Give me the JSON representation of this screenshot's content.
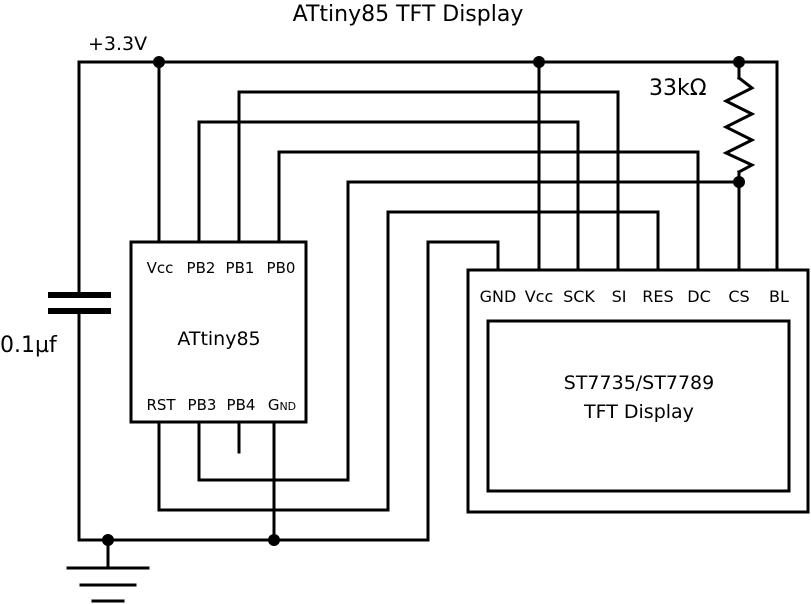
{
  "title": "ATtiny85 TFT Display",
  "supply": {
    "label": "+3.3V"
  },
  "capacitor": {
    "label": "0.1µf"
  },
  "resistor": {
    "label": "33kΩ"
  },
  "attiny": {
    "name": "ATtiny85",
    "top_pins": [
      "Vcc",
      "PB2",
      "PB1",
      "PB0"
    ],
    "bottom_pins": [
      "RST",
      "PB3",
      "PB4"
    ],
    "gnd_pin": {
      "main": "G",
      "small": "ND"
    }
  },
  "display": {
    "name_line1": "ST7735/ST7789",
    "name_line2": "TFT Display",
    "pins": [
      "GND",
      "Vcc",
      "SCK",
      "SI",
      "RES",
      "DC",
      "CS",
      "BL"
    ]
  },
  "colors": {
    "ink": "#000000",
    "background": "#ffffff"
  }
}
